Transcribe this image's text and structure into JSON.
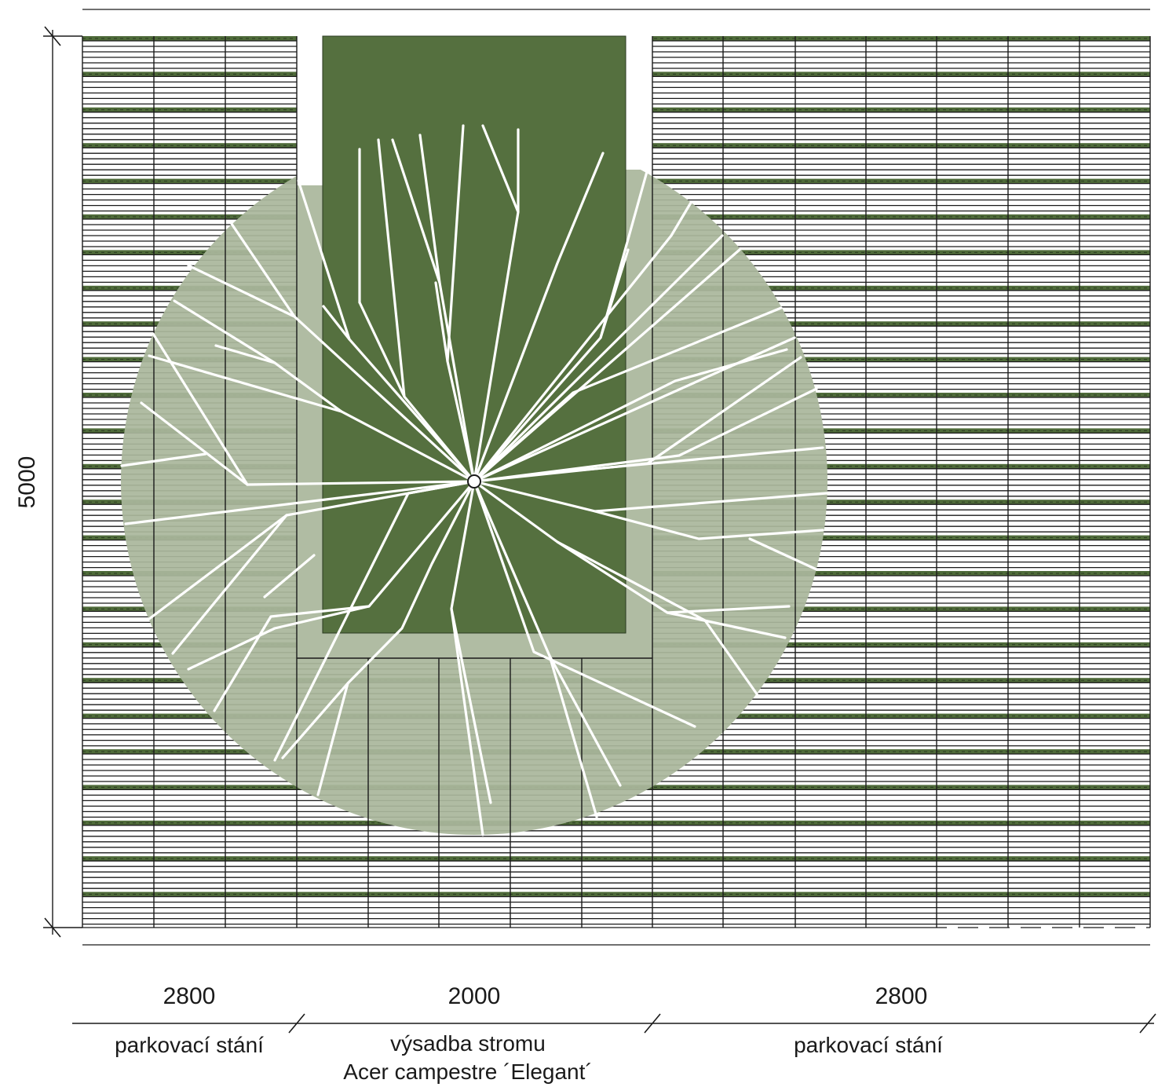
{
  "dimensions": {
    "height_label": "5000",
    "widths": [
      {
        "value": "2800",
        "caption_lines": [
          "parkovací stání"
        ]
      },
      {
        "value": "2000",
        "caption_lines": [
          "výsadba stromu",
          "Acer campestre ´Elegant´"
        ]
      },
      {
        "value": "2800",
        "caption_lines": [
          "parkovací stání"
        ]
      }
    ]
  },
  "colors": {
    "pit_green": "#55703f",
    "canopy_green": "#aab79c",
    "grass_stripe": "#4f6b3a",
    "branch": "#ffffff",
    "line": "#1a1a1a"
  },
  "icons": {
    "tree": "tree-canopy-icon"
  }
}
